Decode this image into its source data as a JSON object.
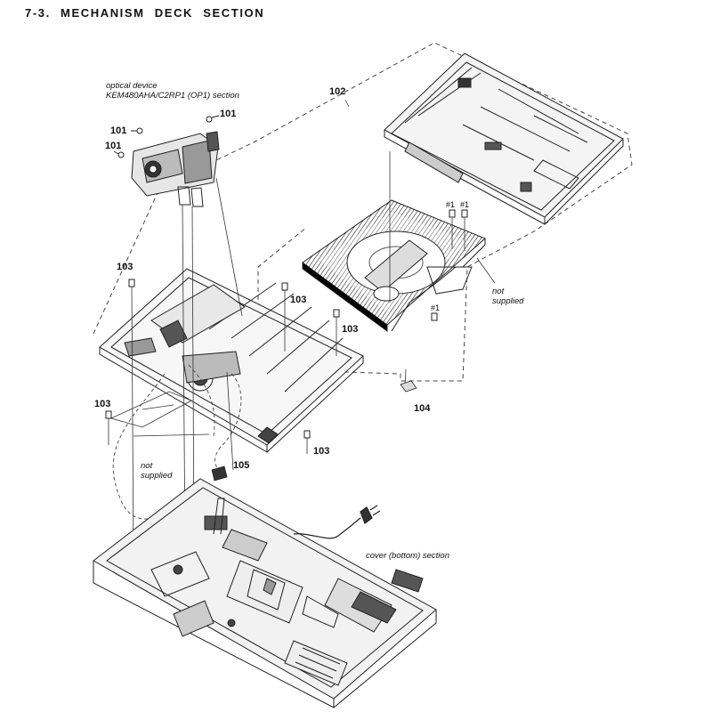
{
  "header": {
    "number": "7-3.",
    "title": "MECHANISM DECK SECTION"
  },
  "captions": {
    "optical_device_line1": "optical device",
    "optical_device_line2": "KEM480AHA/C2RP1 (OP1) section",
    "not_supplied_1_a": "not",
    "not_supplied_1_b": "supplied",
    "not_supplied_2_a": "not",
    "not_supplied_2_b": "supplied",
    "cover_bottom": "cover (bottom) section"
  },
  "part_labels": {
    "p101a": "101",
    "p101b": "101",
    "p101c": "101",
    "p102": "102",
    "p103a": "103",
    "p103b": "103",
    "p103c": "103",
    "p103d": "103",
    "p103e": "103",
    "p104": "104",
    "p105": "105",
    "h1a": "#1",
    "h1b": "#1",
    "h1c": "#1"
  }
}
